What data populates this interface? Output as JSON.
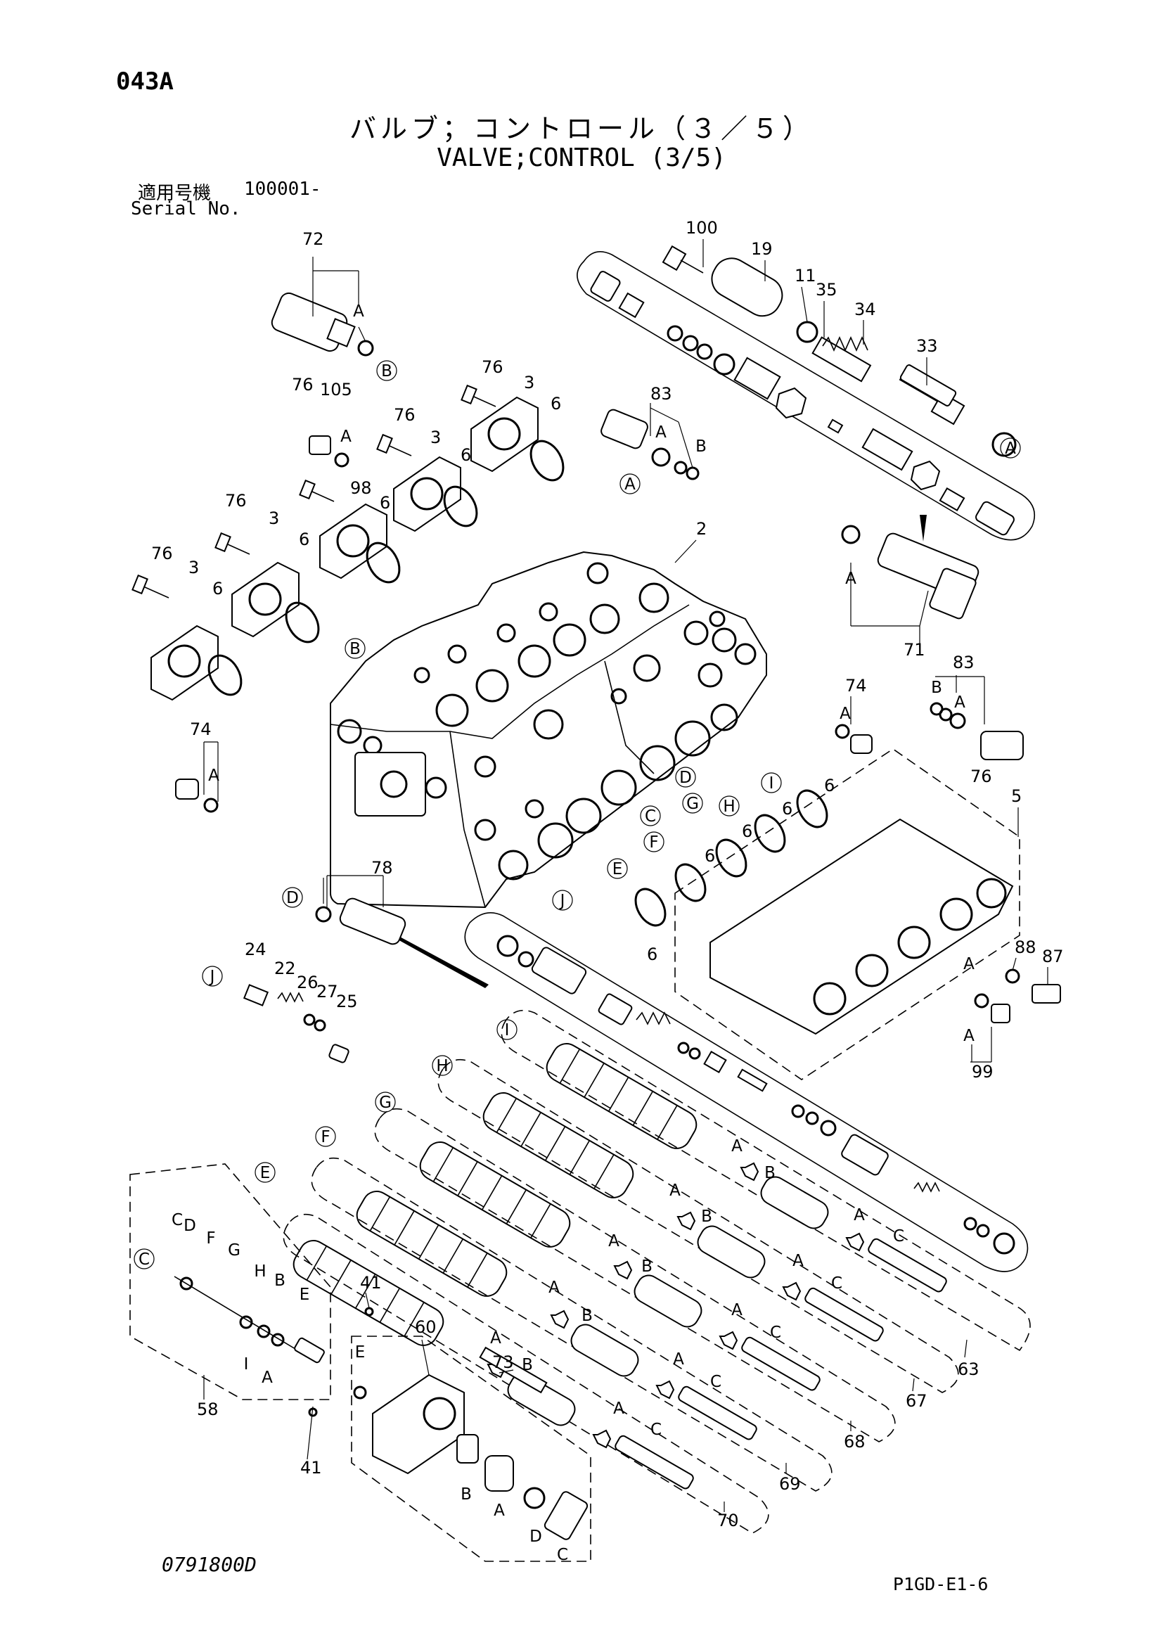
{
  "header": {
    "page_code": "043A",
    "title_jp": "バルブ；コントロール（３／５）",
    "title_en": "VALVE;CONTROL (3/5)",
    "serial_label_jp": "適用号機",
    "serial_value": "100001-",
    "serial_label_en": "Serial No."
  },
  "footer": {
    "doc_number": "0791800D",
    "page_ref": "P1GD-E1-6"
  },
  "callouts": [
    {
      "id": "c72",
      "text": "72"
    },
    {
      "id": "c100",
      "text": "100"
    },
    {
      "id": "c19",
      "text": "19"
    },
    {
      "id": "c11",
      "text": "11"
    },
    {
      "id": "c35",
      "text": "35"
    },
    {
      "id": "c34",
      "text": "34"
    },
    {
      "id": "c33",
      "text": "33"
    },
    {
      "id": "c105",
      "text": "105"
    },
    {
      "id": "c76a",
      "text": "76"
    },
    {
      "id": "c76b",
      "text": "76"
    },
    {
      "id": "c76c",
      "text": "76"
    },
    {
      "id": "c76d",
      "text": "76"
    },
    {
      "id": "c76e",
      "text": "76"
    },
    {
      "id": "c76f",
      "text": "76"
    },
    {
      "id": "c3a",
      "text": "3"
    },
    {
      "id": "c3b",
      "text": "3"
    },
    {
      "id": "c3c",
      "text": "3"
    },
    {
      "id": "c3d",
      "text": "3"
    },
    {
      "id": "c6a",
      "text": "6"
    },
    {
      "id": "c6b",
      "text": "6"
    },
    {
      "id": "c6c",
      "text": "6"
    },
    {
      "id": "c6d",
      "text": "6"
    },
    {
      "id": "c6e",
      "text": "6"
    },
    {
      "id": "c6f",
      "text": "6"
    },
    {
      "id": "c6g",
      "text": "6"
    },
    {
      "id": "c6h",
      "text": "6"
    },
    {
      "id": "c6i",
      "text": "6"
    },
    {
      "id": "c6j",
      "text": "6"
    },
    {
      "id": "c98",
      "text": "98"
    },
    {
      "id": "c83a",
      "text": "83"
    },
    {
      "id": "c83b",
      "text": "83"
    },
    {
      "id": "c2",
      "text": "2"
    },
    {
      "id": "c71",
      "text": "71"
    },
    {
      "id": "c74a",
      "text": "74"
    },
    {
      "id": "c74b",
      "text": "74"
    },
    {
      "id": "c5",
      "text": "5"
    },
    {
      "id": "c78",
      "text": "78"
    },
    {
      "id": "c24",
      "text": "24"
    },
    {
      "id": "c22",
      "text": "22"
    },
    {
      "id": "c26",
      "text": "26"
    },
    {
      "id": "c27",
      "text": "27"
    },
    {
      "id": "c25",
      "text": "25"
    },
    {
      "id": "c88",
      "text": "88"
    },
    {
      "id": "c87",
      "text": "87"
    },
    {
      "id": "c99",
      "text": "99"
    },
    {
      "id": "c41a",
      "text": "41"
    },
    {
      "id": "c41b",
      "text": "41"
    },
    {
      "id": "c60",
      "text": "60"
    },
    {
      "id": "c73",
      "text": "73"
    },
    {
      "id": "c58",
      "text": "58"
    },
    {
      "id": "c63",
      "text": "63"
    },
    {
      "id": "c67",
      "text": "67"
    },
    {
      "id": "c68",
      "text": "68"
    },
    {
      "id": "c69",
      "text": "69"
    },
    {
      "id": "c70",
      "text": "70"
    }
  ],
  "letters": {
    "A": "A",
    "B": "B",
    "C": "C",
    "D": "D",
    "E": "E",
    "F": "F",
    "G": "G",
    "H": "H",
    "I": "I",
    "J": "J"
  }
}
